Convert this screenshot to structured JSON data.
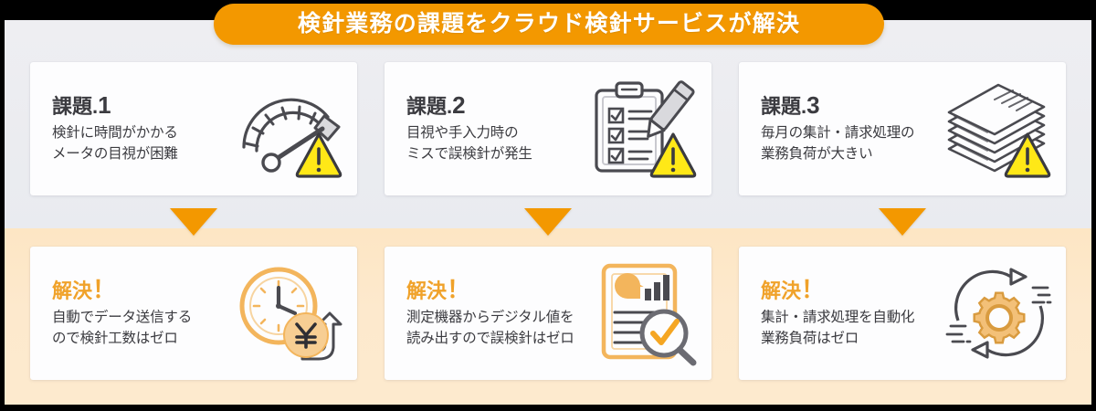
{
  "banner": {
    "title": "検針業務の課題をクラウド検針サービスが解決",
    "background_color": "#F39800",
    "text_color": "#FFFFFF"
  },
  "colors": {
    "accent_orange": "#F39800",
    "heading_orange": "#F0A22A",
    "text_dark": "#3B3B40",
    "band_top": "#EEEEF2",
    "band_bottom": "#FDE8C9",
    "warning_yellow": "#FFE817",
    "card_white": "#FDFDFE"
  },
  "problems": {
    "section_name": "課題",
    "cards": [
      {
        "heading_label": "課題",
        "heading_separator": ".",
        "heading_number": "1",
        "body": "検針に時間がかかる\nメータの目視が困難",
        "icon": "gauge-meter-icon",
        "badge_icon": "warning-triangle-icon"
      },
      {
        "heading_label": "課題",
        "heading_separator": ".",
        "heading_number": "2",
        "body": "目視や手入力時の\nミスで誤検針が発生",
        "icon": "clipboard-checklist-pencil-icon",
        "badge_icon": "warning-triangle-icon"
      },
      {
        "heading_label": "課題",
        "heading_separator": ".",
        "heading_number": "3",
        "body": "毎月の集計・請求処理の\n業務負荷が大きい",
        "icon": "paper-stack-icon",
        "badge_icon": "warning-triangle-icon"
      }
    ]
  },
  "solutions": {
    "section_name": "解決",
    "cards": [
      {
        "heading_label": "解決",
        "heading_mark": "！",
        "body": "自動でデータ送信する\nので検針工数はゼロ",
        "icon": "clock-yen-coin-arrow-icon"
      },
      {
        "heading_label": "解決",
        "heading_mark": "！",
        "body": "測定機器からデジタル値を\n読み出すので誤検針はゼロ",
        "icon": "report-chart-magnifier-check-icon"
      },
      {
        "heading_label": "解決",
        "heading_mark": "！",
        "body": "集計・請求処理を自動化\n業務負荷はゼロ",
        "icon": "gear-cycle-arrows-icon"
      }
    ]
  },
  "connectors": {
    "count": 3,
    "icon": "arrow-down-triangle-icon"
  }
}
